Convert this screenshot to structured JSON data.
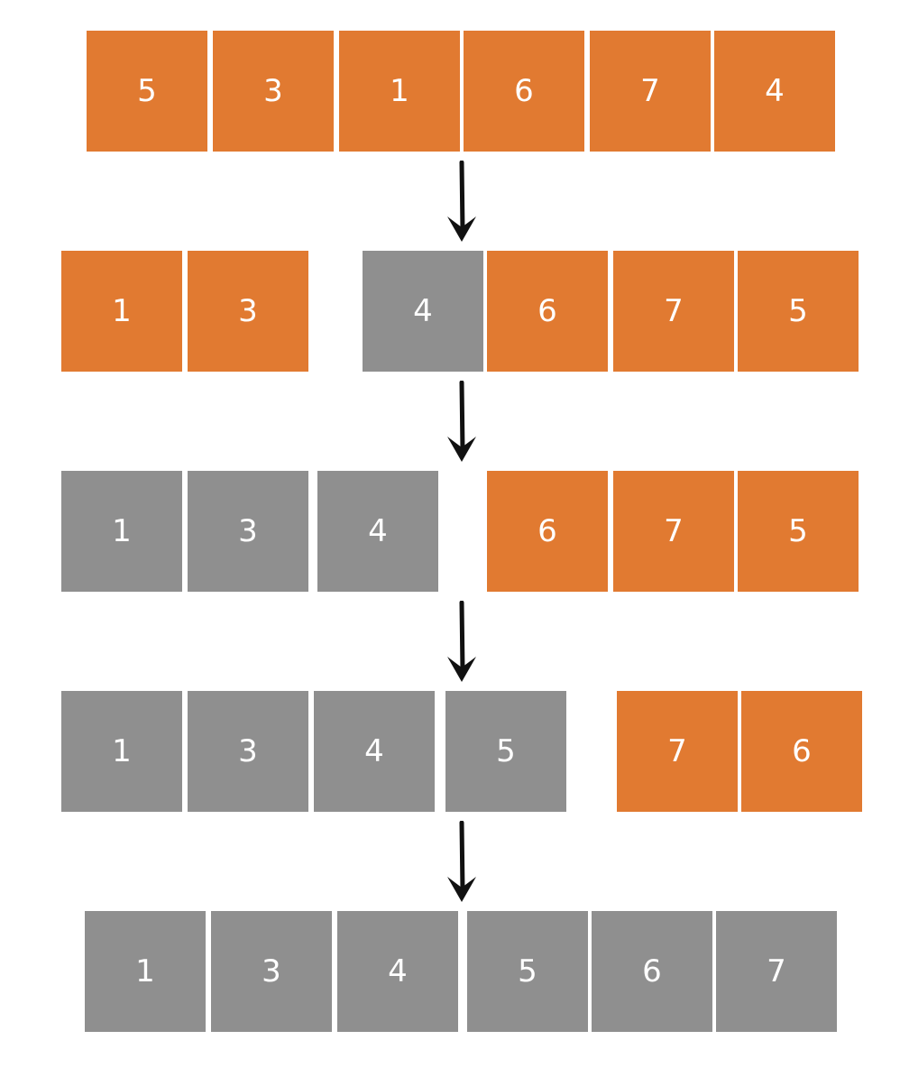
{
  "colors": {
    "unsorted": "#e17a31",
    "sorted": "#8f8f8f",
    "text": "#ffffff",
    "arrow": "#111111"
  },
  "steps": [
    {
      "cells": [
        {
          "value": "5",
          "state": "unsorted"
        },
        {
          "value": "3",
          "state": "unsorted"
        },
        {
          "value": "1",
          "state": "unsorted"
        },
        {
          "value": "6",
          "state": "unsorted"
        },
        {
          "value": "7",
          "state": "unsorted"
        },
        {
          "value": "4",
          "state": "unsorted"
        }
      ]
    },
    {
      "cells": [
        {
          "value": "1",
          "state": "unsorted"
        },
        {
          "value": "3",
          "state": "unsorted"
        },
        {
          "value": "4",
          "state": "sorted"
        },
        {
          "value": "6",
          "state": "unsorted"
        },
        {
          "value": "7",
          "state": "unsorted"
        },
        {
          "value": "5",
          "state": "unsorted"
        }
      ]
    },
    {
      "cells": [
        {
          "value": "1",
          "state": "sorted"
        },
        {
          "value": "3",
          "state": "sorted"
        },
        {
          "value": "4",
          "state": "sorted"
        },
        {
          "value": "6",
          "state": "unsorted"
        },
        {
          "value": "7",
          "state": "unsorted"
        },
        {
          "value": "5",
          "state": "unsorted"
        }
      ]
    },
    {
      "cells": [
        {
          "value": "1",
          "state": "sorted"
        },
        {
          "value": "3",
          "state": "sorted"
        },
        {
          "value": "4",
          "state": "sorted"
        },
        {
          "value": "5",
          "state": "sorted"
        },
        {
          "value": "7",
          "state": "unsorted"
        },
        {
          "value": "6",
          "state": "unsorted"
        }
      ]
    },
    {
      "cells": [
        {
          "value": "1",
          "state": "sorted"
        },
        {
          "value": "3",
          "state": "sorted"
        },
        {
          "value": "4",
          "state": "sorted"
        },
        {
          "value": "5",
          "state": "sorted"
        },
        {
          "value": "6",
          "state": "sorted"
        },
        {
          "value": "7",
          "state": "sorted"
        }
      ]
    }
  ]
}
